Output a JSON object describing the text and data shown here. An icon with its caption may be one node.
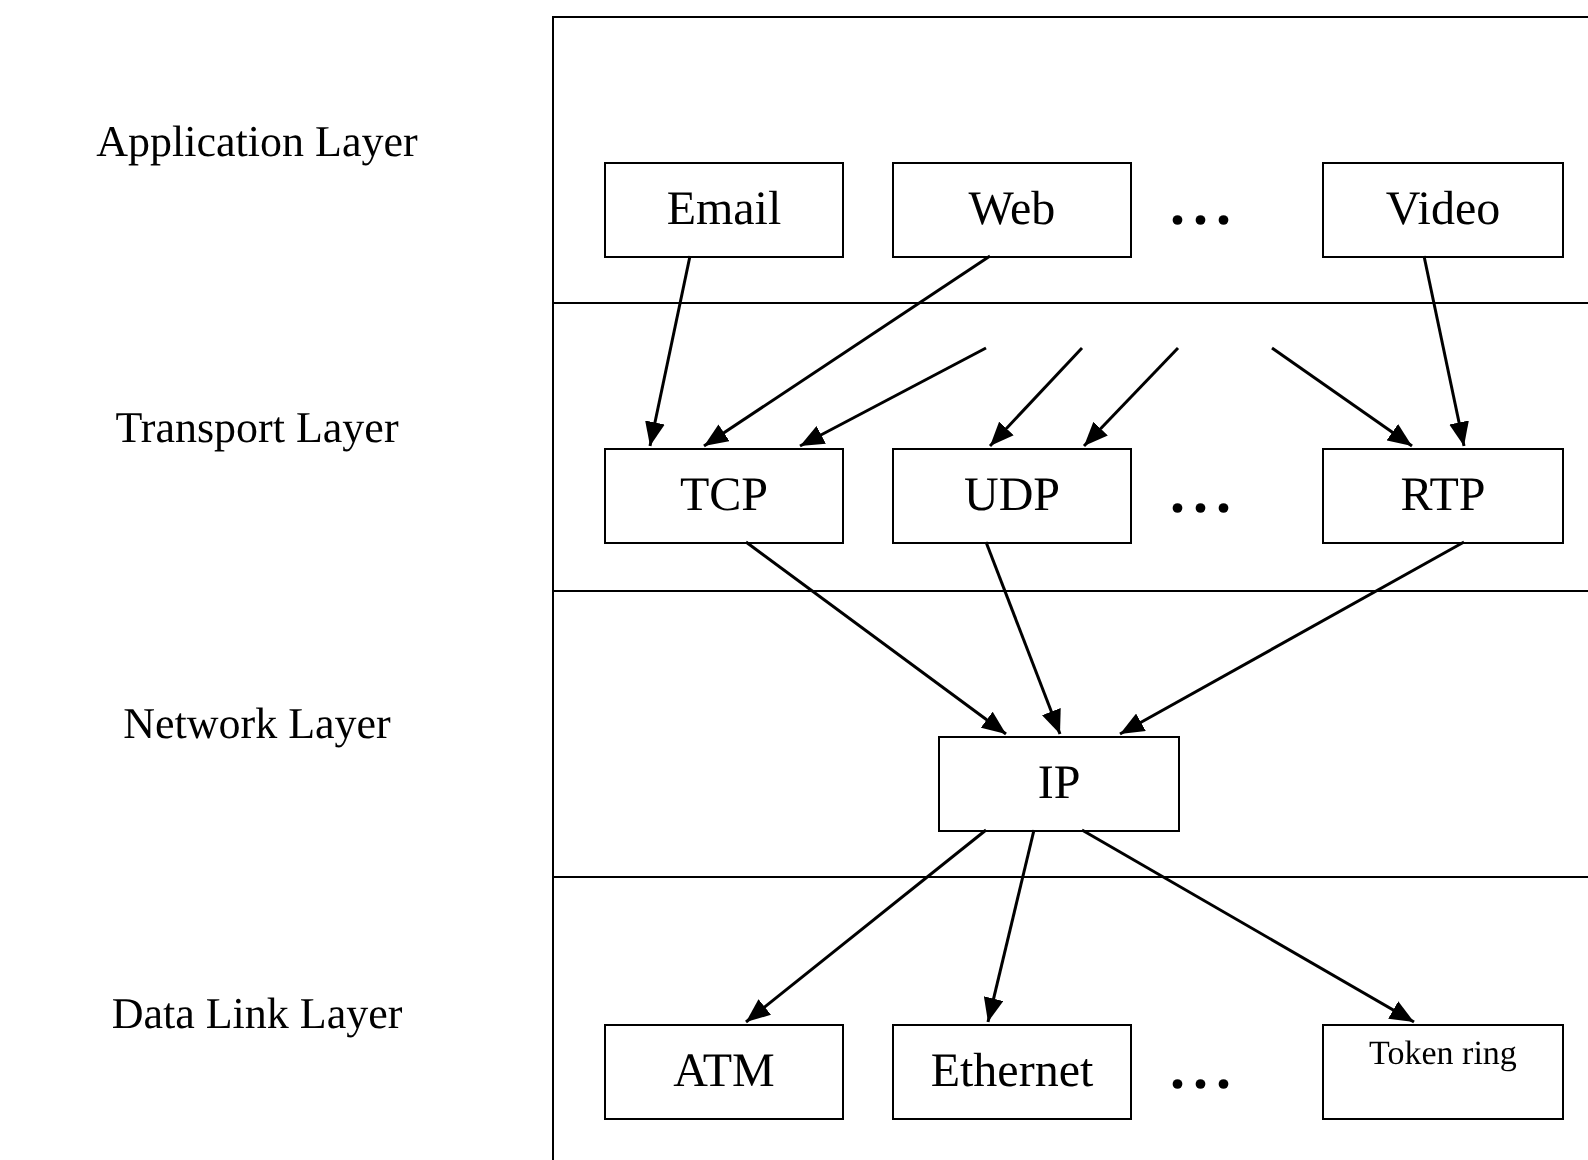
{
  "diagram": {
    "nodes": [
      {
        "text": [
          "Application Layer"
        ]
      },
      {
        "text": [
          "Email"
        ],
        "in": 0
      },
      {
        "text": [
          "Web"
        ],
        "in": 0
      },
      {
        "text": [
          "Video"
        ],
        "in": 0
      },
      {
        "text": [
          "Transport Layer"
        ]
      },
      {
        "text": [
          "TCP"
        ],
        "in": 4
      },
      {
        "text": [
          "UDP"
        ],
        "in": 4
      },
      {
        "text": [
          "RTP"
        ],
        "in": 4
      },
      {
        "text": [
          "Network Layer"
        ]
      },
      {
        "text": [
          "IP"
        ],
        "in": 8
      },
      {
        "text": [
          "Data Link Layer"
        ]
      },
      {
        "text": [
          "ATM"
        ],
        "in": 10
      },
      {
        "text": [
          "Ethernet"
        ],
        "in": 10
      },
      {
        "text": [
          "Token ring"
        ],
        "in": 10
      }
    ],
    "edges": [
      {
        "from": 1,
        "to": 5,
        "arrow": "to"
      },
      {
        "from": 2,
        "to": 5,
        "arrow": "to"
      },
      {
        "from": null,
        "to": 5,
        "arrow": "to"
      },
      {
        "from": null,
        "to": 6,
        "arrow": "to"
      },
      {
        "from": null,
        "to": 6,
        "arrow": "to"
      },
      {
        "from": null,
        "to": 7,
        "arrow": "to"
      },
      {
        "from": 3,
        "to": 7,
        "arrow": "to"
      },
      {
        "from": 5,
        "to": 9,
        "arrow": "to"
      },
      {
        "from": 6,
        "to": 9,
        "arrow": "to"
      },
      {
        "from": 7,
        "to": 9,
        "arrow": "to"
      },
      {
        "from": 9,
        "to": 11,
        "arrow": "to"
      },
      {
        "from": 9,
        "to": 12,
        "arrow": "to"
      },
      {
        "from": 9,
        "to": 13,
        "arrow": "to"
      }
    ],
    "labels": [
      "...",
      "...",
      "..."
    ]
  }
}
